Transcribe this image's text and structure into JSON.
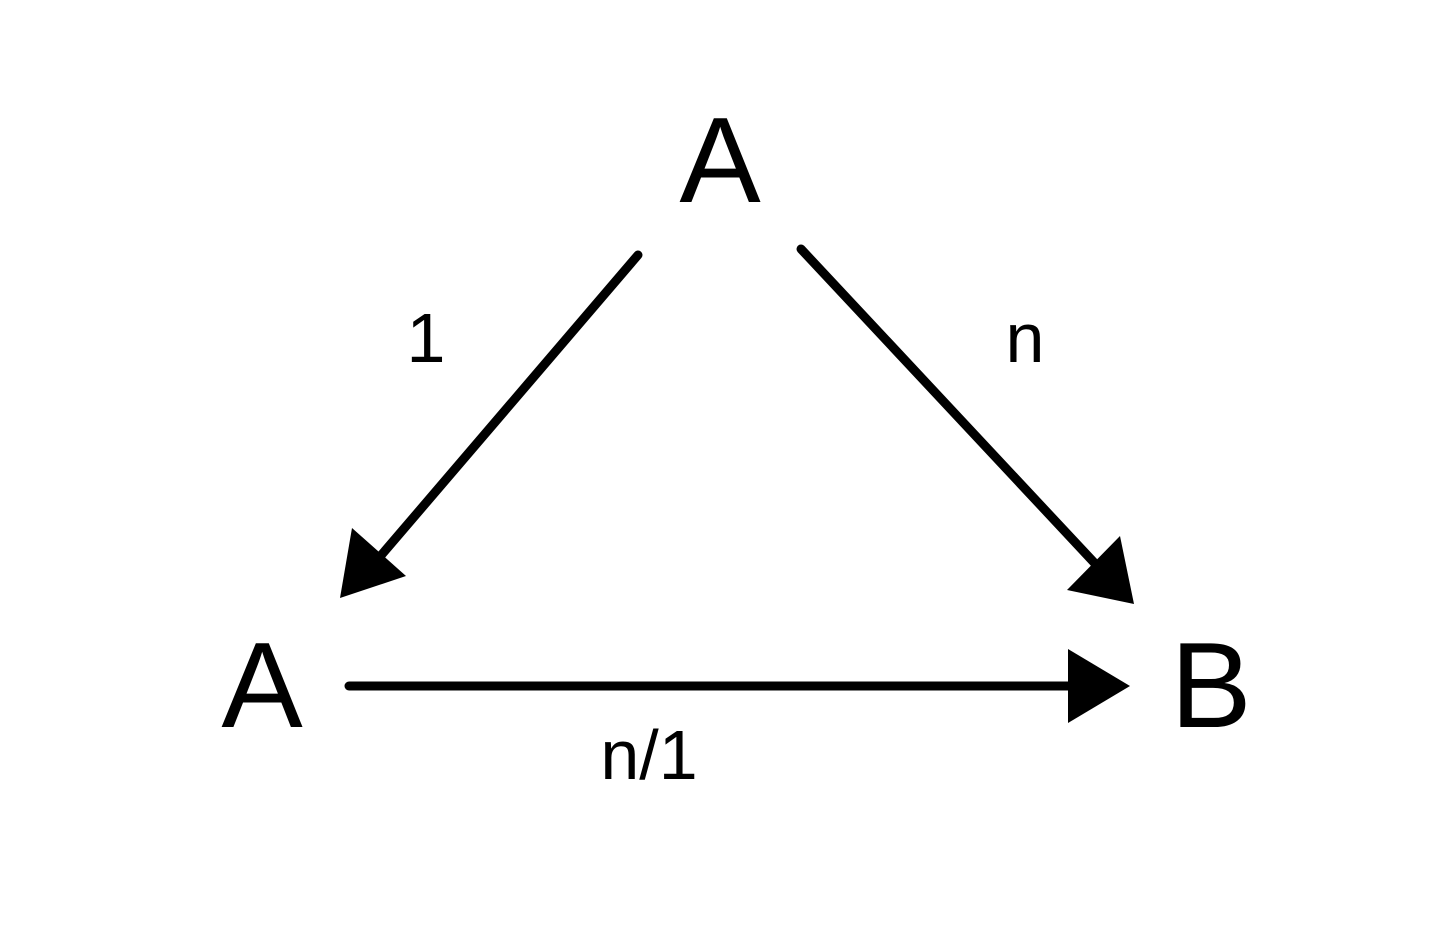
{
  "nodes": {
    "top": {
      "label": "A"
    },
    "bottom_left": {
      "label": "A"
    },
    "bottom_right": {
      "label": "B"
    }
  },
  "edges": {
    "top_to_bottom_left": {
      "label": "1"
    },
    "top_to_bottom_right": {
      "label": "n"
    },
    "bottom_left_to_bottom_right": {
      "label": "n/1"
    }
  },
  "colors": {
    "ink": "#000000",
    "background": "#ffffff"
  }
}
